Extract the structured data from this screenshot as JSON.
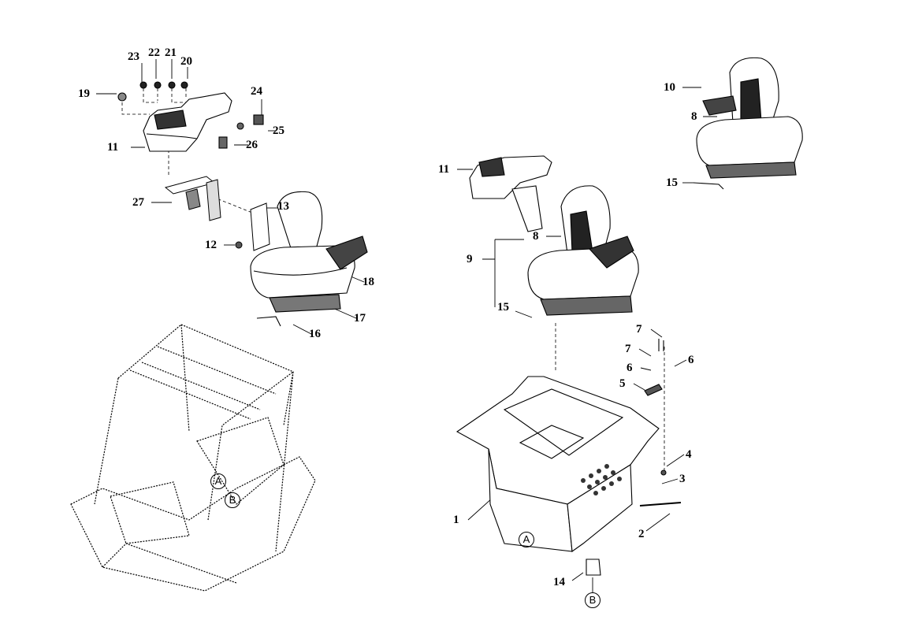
{
  "diagram": {
    "type": "exploded-parts-diagram",
    "callouts": [
      "1",
      "2",
      "3",
      "4",
      "5",
      "6",
      "6",
      "7",
      "7",
      "8",
      "8",
      "9",
      "10",
      "11",
      "11",
      "12",
      "13",
      "14",
      "15",
      "15",
      "16",
      "17",
      "18",
      "19",
      "20",
      "21",
      "22",
      "23",
      "24",
      "25",
      "26",
      "27"
    ],
    "reference_markers": [
      "A",
      "B",
      "A",
      "B"
    ]
  }
}
